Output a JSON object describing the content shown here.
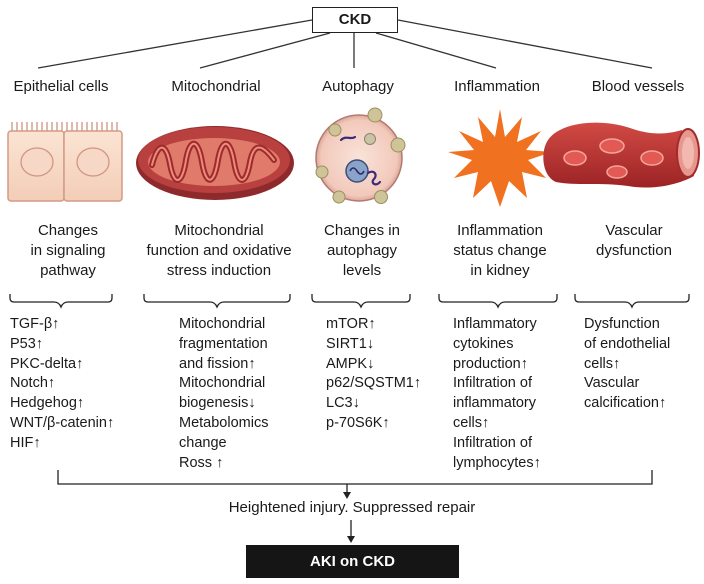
{
  "root": "CKD",
  "categories": [
    {
      "name": "Epithelial cells",
      "description": "Changes\nin signaling\npathway",
      "items": [
        "TGF-β↑",
        "P53↑",
        "PKC-delta↑",
        "Notch↑",
        "Hedgehog↑",
        "WNT/β-catenin↑",
        "HIF↑"
      ]
    },
    {
      "name": "Mitochondrial",
      "description": "Mitochondrial\nfunction and oxidative\nstress induction",
      "items": [
        "Mitochondrial\nfragmentation\nand fission↑",
        "Mitochondrial\nbiogenesis↓",
        "Metabolomics\nchange",
        "Ross ↑"
      ]
    },
    {
      "name": "Autophagy",
      "description": "Changes in\nautophagy\nlevels",
      "items": [
        "mTOR↑",
        "SIRT1↓",
        "AMPK↓",
        "p62/SQSTM1↑",
        "LC3↓",
        "p-70S6K↑"
      ]
    },
    {
      "name": "Inflammation",
      "description": "Inflammation\nstatus change\nin kidney",
      "items": [
        "Inflammatory\ncytokines\nproduction↑",
        "Infiltration of\ninflammatory\ncells↑",
        "Infiltration of\nlymphocytes↑"
      ]
    },
    {
      "name": "Blood vessels",
      "description": "Vascular\ndysfunction",
      "items": [
        "Dysfunction\nof endothelial\ncells↑",
        "Vascular\ncalcification↑"
      ]
    }
  ],
  "summary": "Heightened injury. Suppressed repair",
  "result": "AKI on CKD",
  "colors": {
    "epithelial_fill": "#f8dcc9",
    "mitochondria_outer": "#b0383a",
    "mitochondria_inner": "#d9544e",
    "cell_fill": "#f6d5c8",
    "vesicle": "#cfc498",
    "starburst": "#f0711f",
    "vessel": "#b22b2b",
    "result_bg": "#151515"
  },
  "icons": [
    "epithelial-cells-icon",
    "mitochondrion-icon",
    "autophagy-cell-icon",
    "inflammation-starburst-icon",
    "blood-vessel-icon"
  ]
}
